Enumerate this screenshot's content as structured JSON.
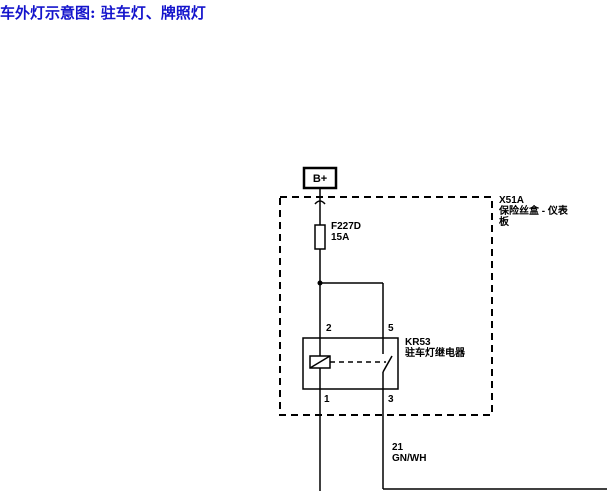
{
  "title": "车外灯示意图: 驻车灯、牌照灯",
  "diagram": {
    "power_label": "B+",
    "fuse_box": {
      "connector": "X51A",
      "name_line1": "保险丝盒 - 仪表",
      "name_line2": "板"
    },
    "fuse": {
      "id": "F227D",
      "rating": "15A"
    },
    "relay": {
      "id": "KR53",
      "name": "驻车灯继电器",
      "pin_top_left": "2",
      "pin_top_right": "5",
      "pin_bottom_left": "1",
      "pin_bottom_right": "3"
    },
    "wire": {
      "circuit": "21",
      "color": "GN/WH"
    }
  }
}
